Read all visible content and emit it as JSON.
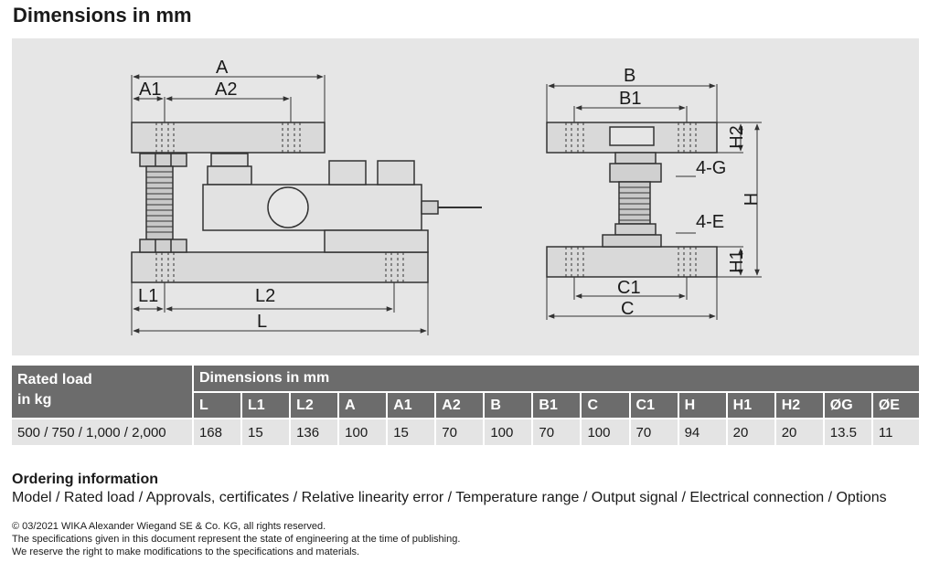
{
  "page": {
    "title": "Dimensions in mm"
  },
  "drawing": {
    "side_view_labels": {
      "A": "A",
      "A1": "A1",
      "A2": "A2",
      "L1": "L1",
      "L2": "L2",
      "L": "L"
    },
    "end_view_labels": {
      "B": "B",
      "B1": "B1",
      "H2": "H2",
      "G": "4-G",
      "H": "H",
      "E": "4-E",
      "H1": "H1",
      "C1": "C1",
      "C": "C"
    }
  },
  "table": {
    "rated_load_header": [
      "Rated load",
      "in kg"
    ],
    "dimensions_header": "Dimensions in mm",
    "columns": [
      "L",
      "L1",
      "L2",
      "A",
      "A1",
      "A2",
      "B",
      "B1",
      "C",
      "C1",
      "H",
      "H1",
      "H2",
      "ØG",
      "ØE"
    ],
    "rows": [
      {
        "rated_load": "500 / 750 / 1,000  / 2,000",
        "values": [
          "168",
          "15",
          "136",
          "100",
          "15",
          "70",
          "100",
          "70",
          "100",
          "70",
          "94",
          "20",
          "20",
          "13.5",
          "11"
        ]
      }
    ]
  },
  "ordering": {
    "title": "Ordering information",
    "text": "Model / Rated load / Approvals, certificates / Relative linearity error / Temperature range / Output signal / Electrical connection / Options"
  },
  "footer": {
    "lines": [
      "© 03/2021 WIKA Alexander Wiegand SE & Co. KG, all rights reserved.",
      "The specifications given in this document represent the state of engineering at the time of publishing.",
      "We reserve the right to make modifications to the specifications and materials."
    ]
  }
}
